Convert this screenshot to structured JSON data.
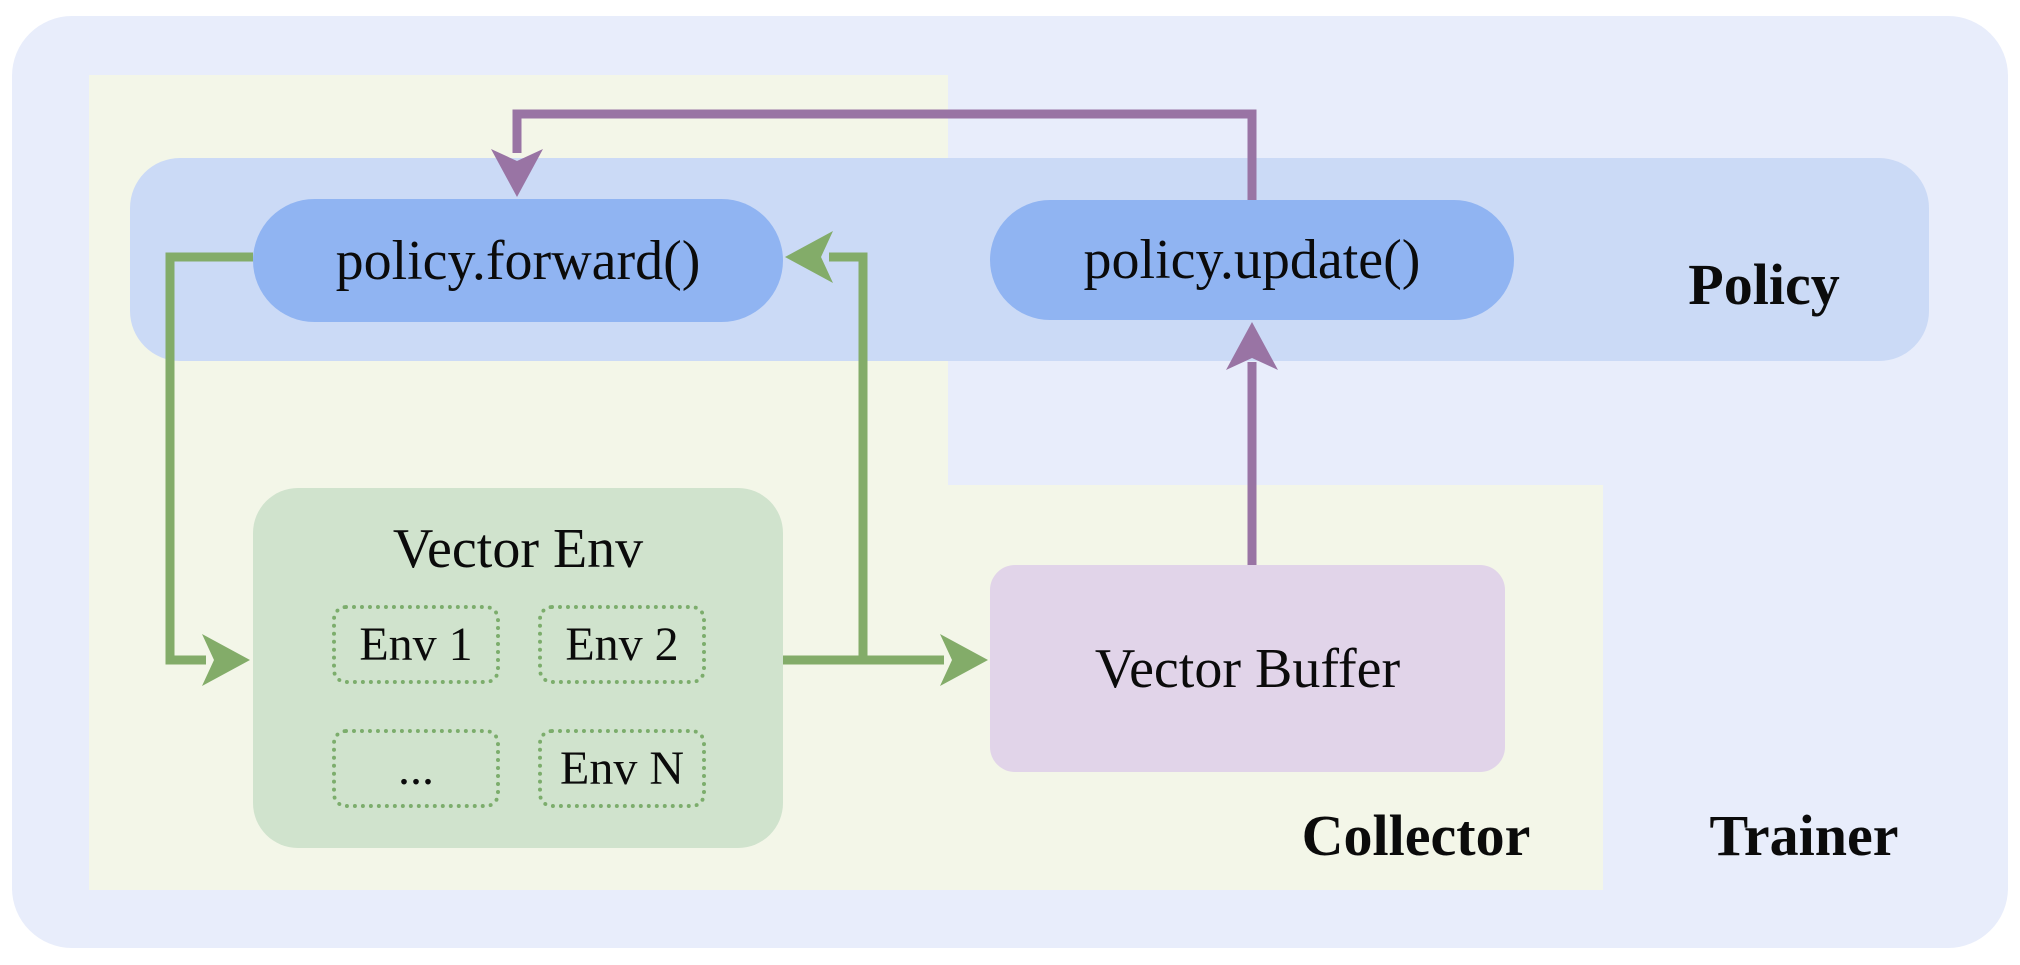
{
  "regions": {
    "trainer": {
      "label": "Trainer"
    },
    "collector": {
      "label": "Collector"
    },
    "policy": {
      "label": "Policy"
    }
  },
  "nodes": {
    "policy_forward": {
      "label": "policy.forward()"
    },
    "policy_update": {
      "label": "policy.update()"
    },
    "vector_env": {
      "title": "Vector Env",
      "envs": [
        "Env 1",
        "Env 2",
        "...",
        "Env N"
      ]
    },
    "vector_buffer": {
      "label": "Vector Buffer"
    }
  },
  "edges": [
    {
      "from": "policy_forward",
      "to": "vector_env",
      "color_role": "green"
    },
    {
      "from": "vector_env",
      "to": "vector_buffer",
      "color_role": "green"
    },
    {
      "from": "vector_env",
      "to": "policy_forward",
      "color_role": "green"
    },
    {
      "from": "policy_update",
      "to": "policy_forward",
      "color_role": "purple"
    },
    {
      "from": "vector_buffer",
      "to": "policy_update",
      "color_role": "purple"
    }
  ],
  "colors": {
    "canvas-bg": "#ffffff",
    "trainer-bg": "#e8edfb",
    "collector-bg": "#f3f6e8",
    "policy-band-bg": "#cbdaf6",
    "pill-bg": "#90b4f2",
    "env-box-bg": "#d0e3cd",
    "env-border": "#7cad6c",
    "buffer-bg": "#e1d4e9",
    "arrow-green": "#83ac69",
    "arrow-purple": "#9974a4",
    "text": "#0b0b0b"
  }
}
